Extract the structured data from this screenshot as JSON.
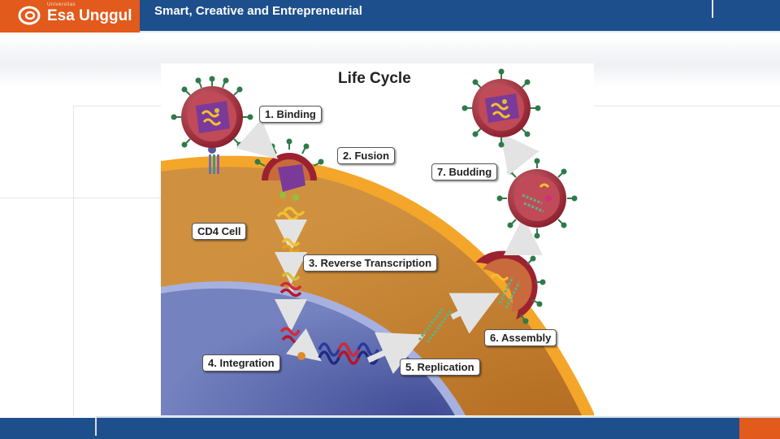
{
  "header": {
    "logo_small": "Universitas",
    "logo_name": "Esa Unggul",
    "tagline": "Smart, Creative and Entrepreneurial"
  },
  "figure": {
    "title": "Life Cycle",
    "labels": {
      "binding": "1. Binding",
      "fusion": "2. Fusion",
      "reverse_transcription": "3. Reverse Transcription",
      "integration": "4. Integration",
      "replication": "5. Replication",
      "assembly": "6. Assembly",
      "budding": "7. Budding",
      "cell": "CD4 Cell"
    }
  },
  "colors": {
    "brand_blue": "#1d4f8c",
    "brand_orange": "#e25a1c",
    "cytoplasm": "#c6852f",
    "membrane": "#f4a62a",
    "nucleus": "#6a78b8",
    "virus": "#9c2231"
  }
}
